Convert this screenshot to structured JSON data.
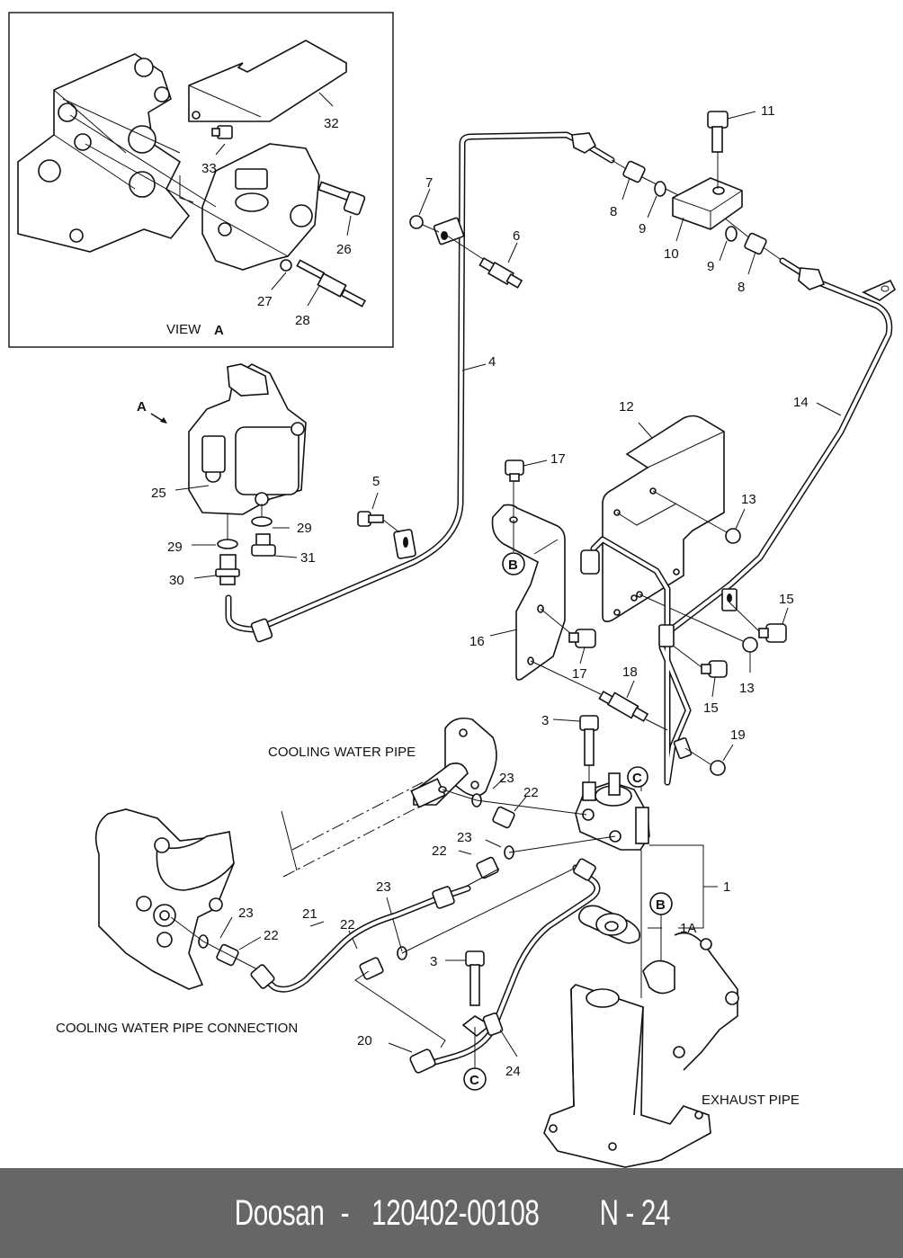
{
  "diagram": {
    "title": "Exploded parts diagram - EGR / cooling water pipe assembly",
    "inset": {
      "caption_prefix": "VIEW",
      "caption_letter": "A",
      "callouts": [
        "32",
        "33",
        "26",
        "27",
        "28"
      ]
    },
    "view_arrow_label": "A",
    "callouts": {
      "c1": "1",
      "c1a": "1A",
      "c3a": "3",
      "c3b": "3",
      "c4": "4",
      "c5": "5",
      "c6": "6",
      "c7": "7",
      "c8a": "8",
      "c8b": "8",
      "c9a": "9",
      "c9b": "9",
      "c10": "10",
      "c11": "11",
      "c12": "12",
      "c13a": "13",
      "c13b": "13",
      "c14": "14",
      "c15a": "15",
      "c15b": "15",
      "c16": "16",
      "c17a": "17",
      "c17b": "17",
      "c18": "18",
      "c19": "19",
      "c20": "20",
      "c21": "21",
      "c22a": "22",
      "c22b": "22",
      "c22c": "22",
      "c22d": "22",
      "c23a": "23",
      "c23b": "23",
      "c23c": "23",
      "c23d": "23",
      "c24": "24",
      "c25": "25",
      "c29a": "29",
      "c29b": "29",
      "c30": "30",
      "c31": "31"
    },
    "reference_markers": {
      "b1": "B",
      "b2": "B",
      "c1": "C",
      "c2": "C"
    },
    "annotations": {
      "cooling_water_pipe": "COOLING WATER PIPE",
      "cooling_water_pipe_connection": "COOLING WATER PIPE CONNECTION",
      "exhaust_pipe": "EXHAUST PIPE"
    }
  },
  "footer": {
    "brand": "Doosan",
    "separator": " - ",
    "part_number": "120402-00108",
    "page_ref": "N - 24",
    "background_color": "#666666",
    "text_color": "#ffffff"
  }
}
